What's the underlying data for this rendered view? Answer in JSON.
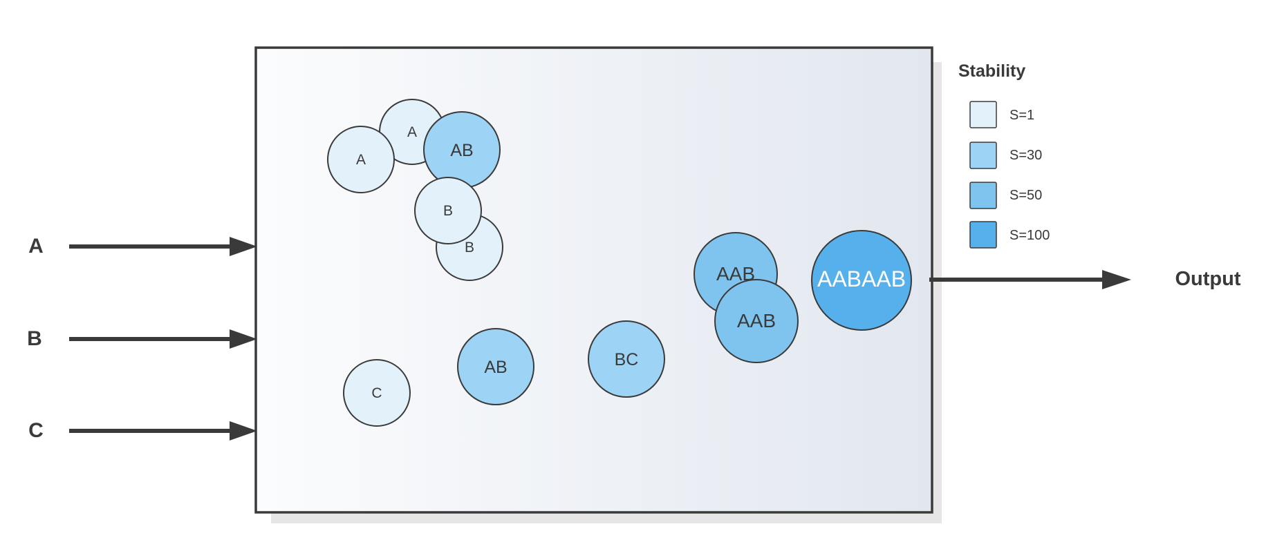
{
  "inputs": [
    {
      "label": "A"
    },
    {
      "label": "B"
    },
    {
      "label": "C"
    }
  ],
  "output": {
    "label": "Output"
  },
  "legend": {
    "title": "Stability",
    "items": [
      {
        "label": "S=1",
        "color": "#e3f1fb"
      },
      {
        "label": "S=30",
        "color": "#9dd3f4"
      },
      {
        "label": "S=50",
        "color": "#7ec4ef"
      },
      {
        "label": "S=100",
        "color": "#55b0ec"
      }
    ]
  },
  "molecules": [
    {
      "label": "A",
      "stability": "S=1"
    },
    {
      "label": "A",
      "stability": "S=1"
    },
    {
      "label": "AB",
      "stability": "S=30"
    },
    {
      "label": "B",
      "stability": "S=1"
    },
    {
      "label": "B",
      "stability": "S=1"
    },
    {
      "label": "AAB",
      "stability": "S=50"
    },
    {
      "label": "AAB",
      "stability": "S=50"
    },
    {
      "label": "AABAAB",
      "stability": "S=100"
    },
    {
      "label": "C",
      "stability": "S=1"
    },
    {
      "label": "AB",
      "stability": "S=30"
    },
    {
      "label": "BC",
      "stability": "S=30"
    }
  ],
  "colors": {
    "stroke": "#3a3a3a",
    "text": "#3a3a3a",
    "container_gradient_start": "#fbfcfd",
    "container_gradient_end": "#e2e7ef",
    "container_shadow": "#e6e6e6",
    "light_text": "#ffffff"
  }
}
